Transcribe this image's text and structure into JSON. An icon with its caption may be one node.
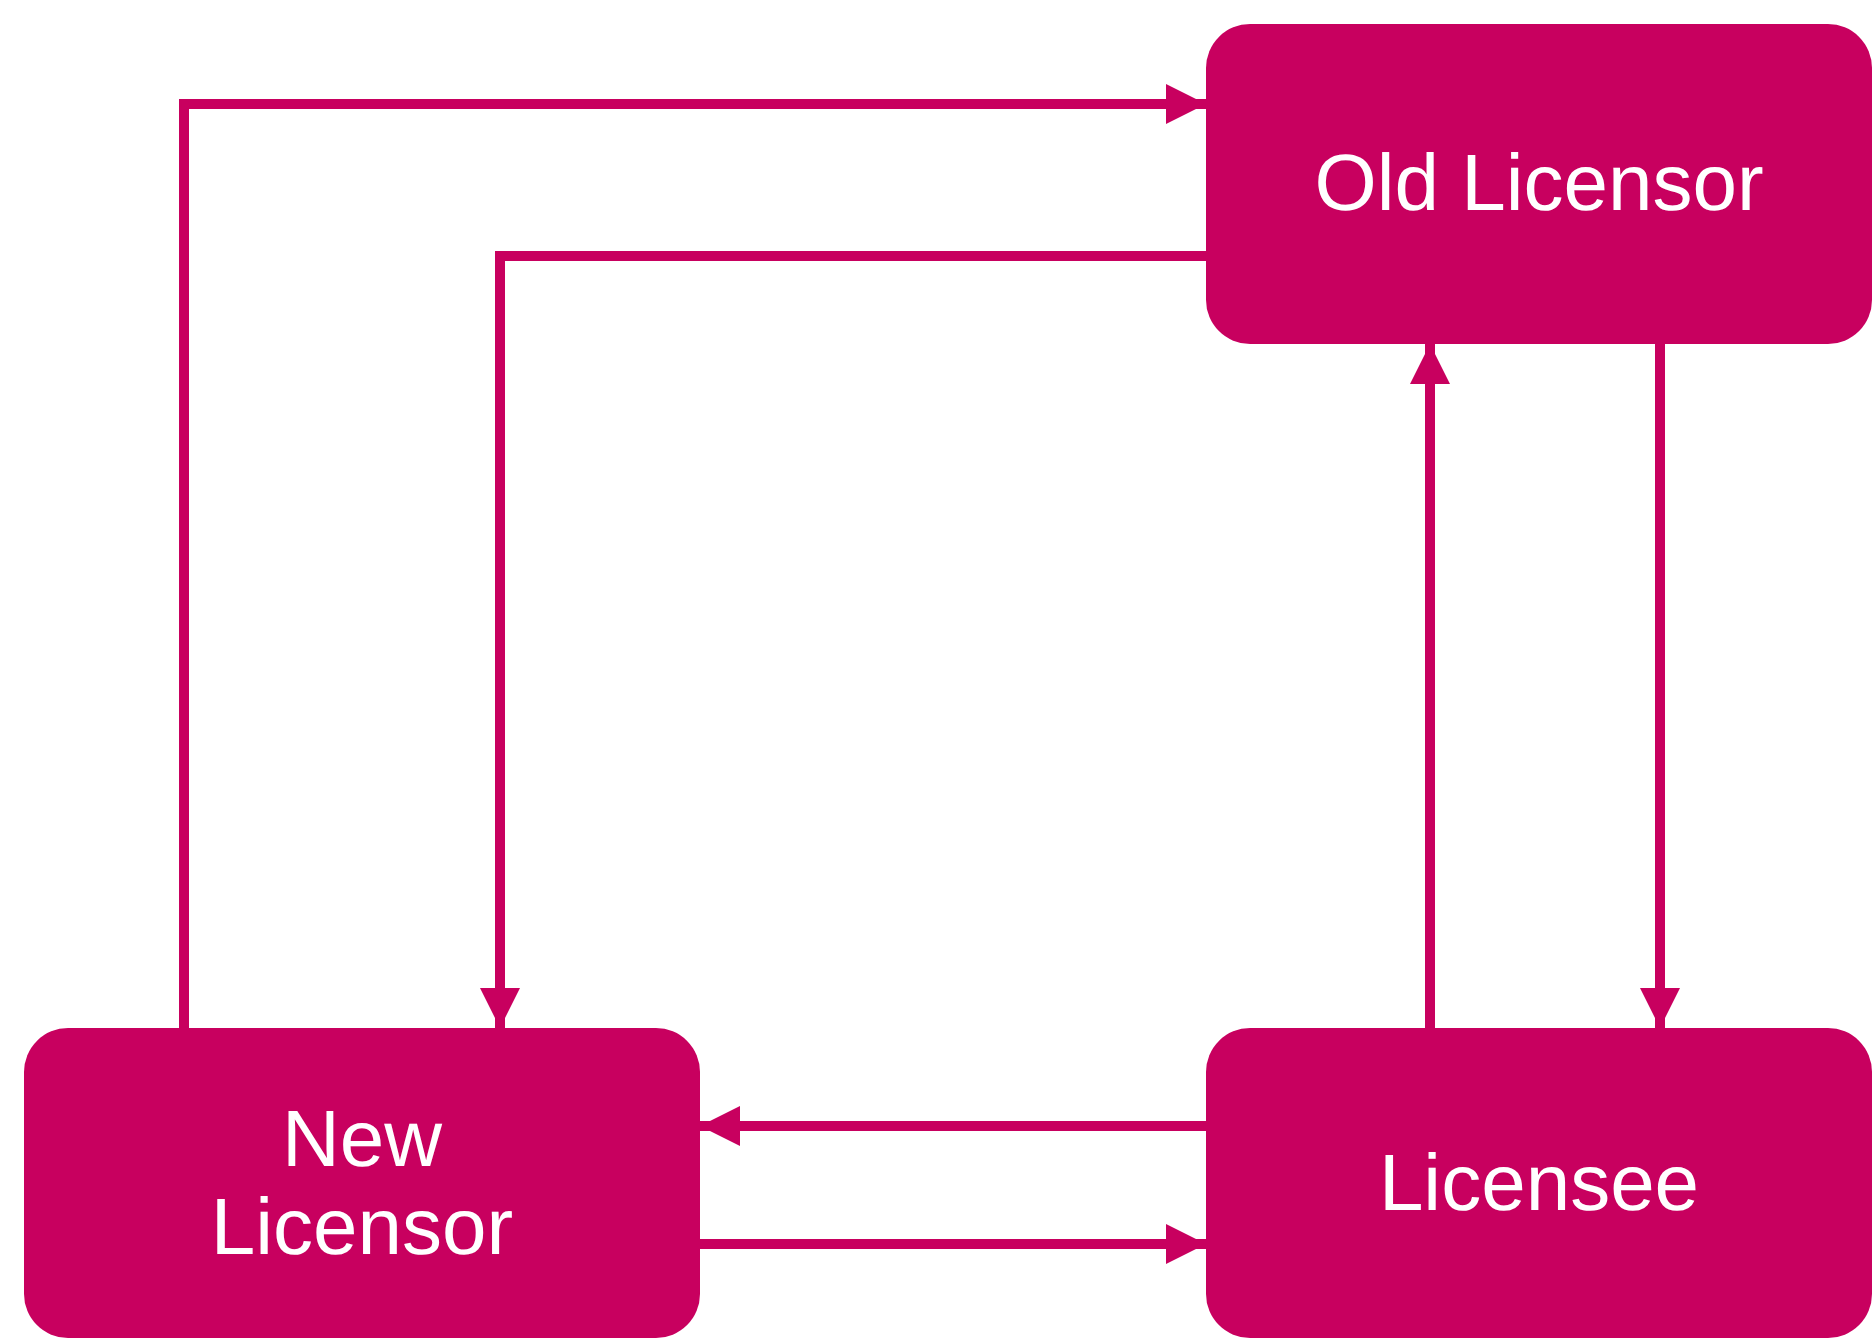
{
  "diagram": {
    "nodes": [
      {
        "text": [
          "Old Licensor"
        ]
      },
      {
        "text": [
          "New Licensor"
        ]
      },
      {
        "text": [
          "Licensee"
        ]
      }
    ],
    "edges": [
      {
        "from": 1,
        "to": 0,
        "arrow": "to"
      },
      {
        "from": 0,
        "to": 1,
        "arrow": "to"
      },
      {
        "from": 2,
        "to": 0,
        "arrow": "to"
      },
      {
        "from": 0,
        "to": 2,
        "arrow": "to"
      },
      {
        "from": 2,
        "to": 1,
        "arrow": "to"
      },
      {
        "from": 1,
        "to": 2,
        "arrow": "to"
      }
    ]
  }
}
